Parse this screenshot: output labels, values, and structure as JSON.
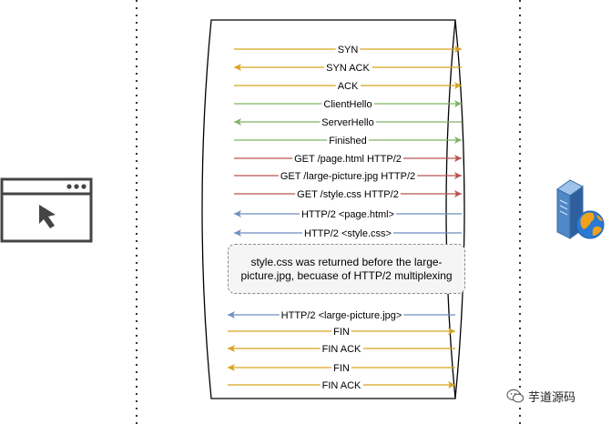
{
  "diagram": {
    "colors": {
      "gold": "#d7a31f",
      "green": "#82b366",
      "red": "#b85450",
      "blue": "#6c8ebf",
      "browser": "#444444",
      "line": "#333333"
    },
    "messages": [
      {
        "label": "SYN",
        "dir": "right",
        "color": "gold"
      },
      {
        "label": "SYN ACK",
        "dir": "left",
        "color": "gold"
      },
      {
        "label": "ACK",
        "dir": "right",
        "color": "gold"
      },
      {
        "label": "ClientHello",
        "dir": "right",
        "color": "green"
      },
      {
        "label": "ServerHello",
        "dir": "left",
        "color": "green"
      },
      {
        "label": "Finished",
        "dir": "right",
        "color": "green"
      },
      {
        "label": "GET /page.html HTTP/2",
        "dir": "right",
        "color": "red"
      },
      {
        "label": "GET /large-picture.jpg HTTP/2",
        "dir": "right",
        "color": "red"
      },
      {
        "label": "GET /style.css HTTP/2",
        "dir": "right",
        "color": "red"
      },
      {
        "label": "HTTP/2 <page.html>",
        "dir": "left",
        "color": "blue"
      },
      {
        "label": "HTTP/2 <style.css>",
        "dir": "left",
        "color": "blue"
      },
      {
        "label": "HTTP/2 <large-picture.jpg>",
        "dir": "left",
        "color": "blue"
      },
      {
        "label": "FIN",
        "dir": "right",
        "color": "gold"
      },
      {
        "label": "FIN ACK",
        "dir": "left",
        "color": "gold"
      },
      {
        "label": "FIN",
        "dir": "left",
        "color": "gold"
      },
      {
        "label": "FIN ACK",
        "dir": "right",
        "color": "gold"
      }
    ],
    "note": "style.css was returned before the large-picture.jpg, becuase of HTTP/2 multiplexing",
    "client_icon": "browser-window-cursor-icon",
    "server_icon": "server-globe-icon"
  },
  "watermark": {
    "icon": "wechat-icon",
    "text": "芋道源码"
  }
}
